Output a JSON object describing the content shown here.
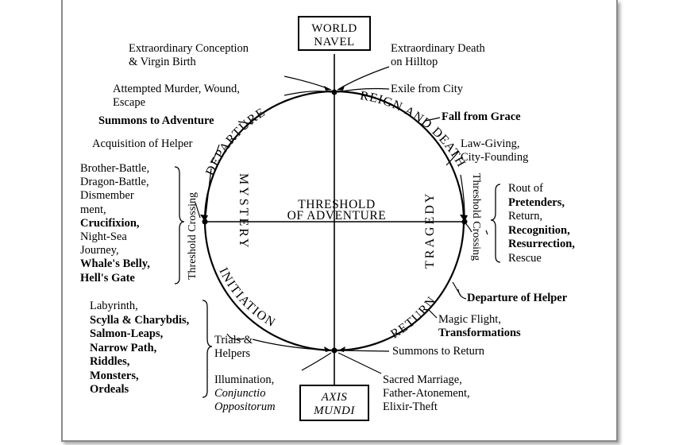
{
  "diagram": {
    "world_navel": [
      "WORLD",
      "NAVEL"
    ],
    "axis_mundi": [
      "AXIS",
      "MUNDI"
    ],
    "center": [
      "THRESHOLD",
      "OF ADVENTURE"
    ],
    "quadrants": {
      "left": "MYSTERY",
      "right": "TRAGEDY",
      "upper_left": "DEPARTURE",
      "upper_right": "REIGN AND DEATH",
      "lower_left": "INITIATION",
      "lower_right": "RETURN"
    },
    "threshold_left": "Threshold Crossing",
    "threshold_right": "Threshold Crossing",
    "labels": {
      "extraordinary_conception": [
        "Extraordinary Conception",
        "& Virgin Birth"
      ],
      "extraordinary_death": [
        "Extraordinary Death",
        "on Hilltop"
      ],
      "attempted_murder": [
        "Attempted Murder, Wound,",
        "Escape"
      ],
      "exile": "Exile from City",
      "summons": "Summons to Adventure",
      "fall": "Fall from Grace",
      "acquisition": "Acquisition of Helper",
      "law_giving": [
        "Law-Giving,",
        "City-Founding"
      ],
      "left_trials": [
        "Brother-Battle,",
        "Dragon-Battle,",
        "Dismember",
        "ment,",
        "Crucifixion,",
        "Night-Sea",
        "Journey,",
        "Whale's Belly,",
        "Hell's Gate"
      ],
      "right_trials": [
        "Rout of",
        "Pretenders,",
        "Return,",
        "Recognition,",
        "Resurrection,",
        "Rescue"
      ],
      "departure_helper": "Departure of Helper",
      "magic_flight": [
        "Magic Flight,",
        "Transformations"
      ],
      "labyrinth": [
        "Labyrinth,",
        "Scylla & Charybdis,",
        "Salmon-Leaps,",
        "Narrow Path,",
        "Riddles,",
        "Monsters,",
        "Ordeals"
      ],
      "trials_helpers": [
        "Trials &",
        "Helpers"
      ],
      "summons_return": "Summons to Return",
      "illumination": [
        "Illumination,",
        "Conjunctio",
        "Oppositorum"
      ],
      "sacred_marriage": [
        "Sacred Marriage,",
        "Father-Atonement,",
        "Elixir-Theft"
      ]
    }
  }
}
